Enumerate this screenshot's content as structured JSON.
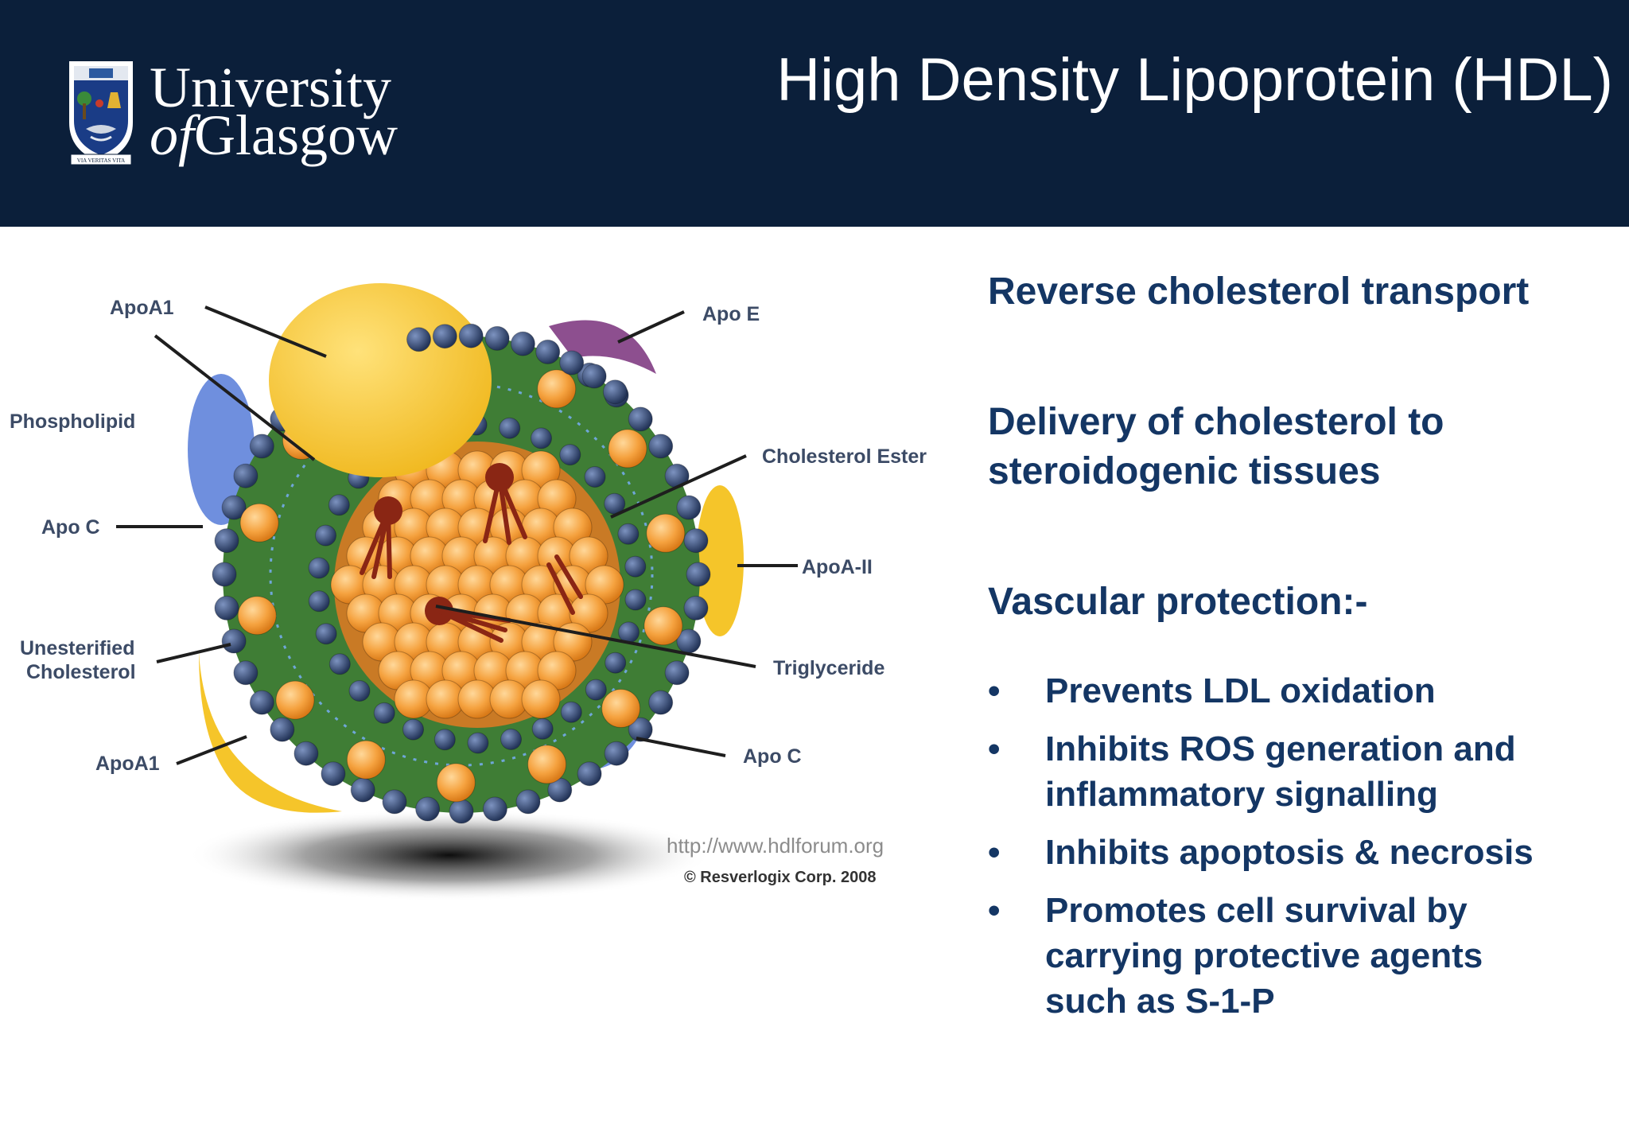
{
  "header": {
    "logo": {
      "line1": "University",
      "line2_of": "of",
      "line2_rest": "Glasgow",
      "motto": "VIA VERITAS VITA"
    },
    "title": "High Density Lipoprotein (HDL)"
  },
  "diagram": {
    "labels": {
      "apoa1_top": "ApoA1",
      "phospholipid": "Phospholipid",
      "apo_c_left": "Apo C",
      "unesterified_1": "Unesterified",
      "unesterified_2": "Cholesterol",
      "apoa1_bottom": "ApoA1",
      "apo_e": "Apo E",
      "cholesterol_ester": "Cholesterol Ester",
      "apoa_ii": "ApoA-II",
      "triglyceride": "Triglyceride",
      "apo_c_right": "Apo C"
    },
    "credit_url": "http://www.hdlforum.org",
    "credit_copyright": "© Resverlogix Corp. 2008",
    "colors": {
      "apoa1": "#f5c52a",
      "shell": "#3f7d35",
      "core_sphere": "#f5a23f",
      "shell_bead": "#31466f",
      "apo_c": "#6f8fde",
      "apo_e": "#8d4f8f",
      "triglyceride": "#8a2614"
    }
  },
  "content": {
    "point1": "Reverse cholesterol transport",
    "point2_line1": "Delivery of cholesterol to",
    "point2_line2": "steroidogenic tissues",
    "point3": "Vascular protection:-",
    "bullet_symbol": "•",
    "bullets": [
      "Prevents LDL oxidation",
      "Inhibits ROS generation and\ninflammatory signalling",
      "Inhibits apoptosis & necrosis",
      "Promotes cell survival by\ncarrying protective agents\nsuch as S-1-P"
    ]
  }
}
